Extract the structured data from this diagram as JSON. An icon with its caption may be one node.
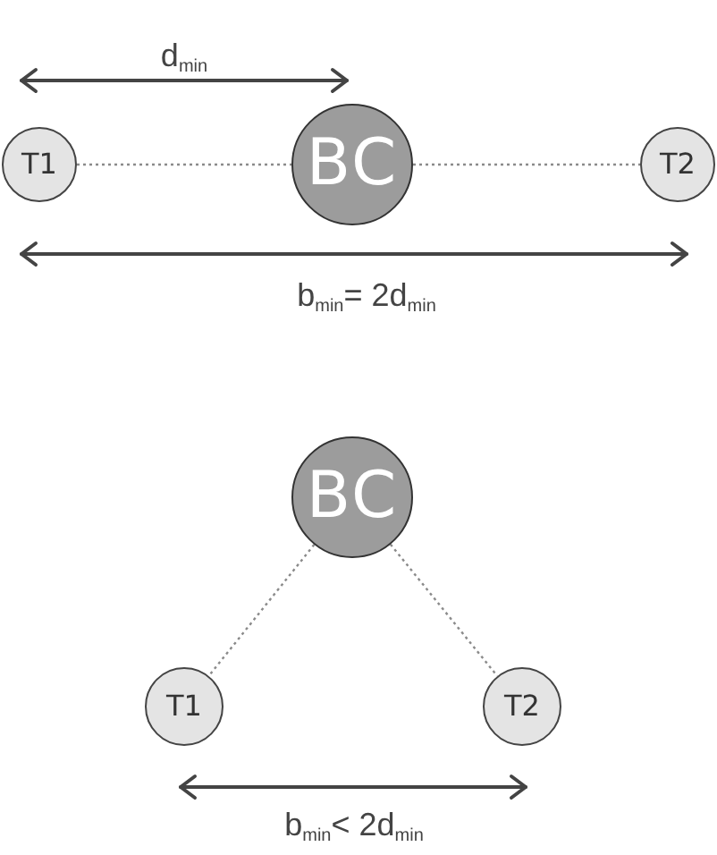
{
  "diagram": {
    "nodes": [
      {
        "text": [
          "T1"
        ]
      },
      {
        "text": [
          "BC"
        ]
      },
      {
        "text": [
          "T2"
        ]
      },
      {
        "text": [
          "BC"
        ]
      },
      {
        "text": [
          "T1"
        ]
      },
      {
        "text": [
          "T2"
        ]
      }
    ],
    "edges": [
      {
        "from": 0,
        "to": 1,
        "arrow": "none",
        "style": "dashed"
      },
      {
        "from": 1,
        "to": 2,
        "arrow": "none",
        "style": "dashed"
      },
      {
        "from": 3,
        "to": 4,
        "arrow": "none",
        "style": "dashed"
      },
      {
        "from": 3,
        "to": 5,
        "arrow": "none",
        "style": "dashed"
      }
    ],
    "labels": [
      "d$_{min}$",
      "b$_{min}$= 2d$_{min}$",
      "b$_{min}$< 2d$_{min}$"
    ]
  }
}
